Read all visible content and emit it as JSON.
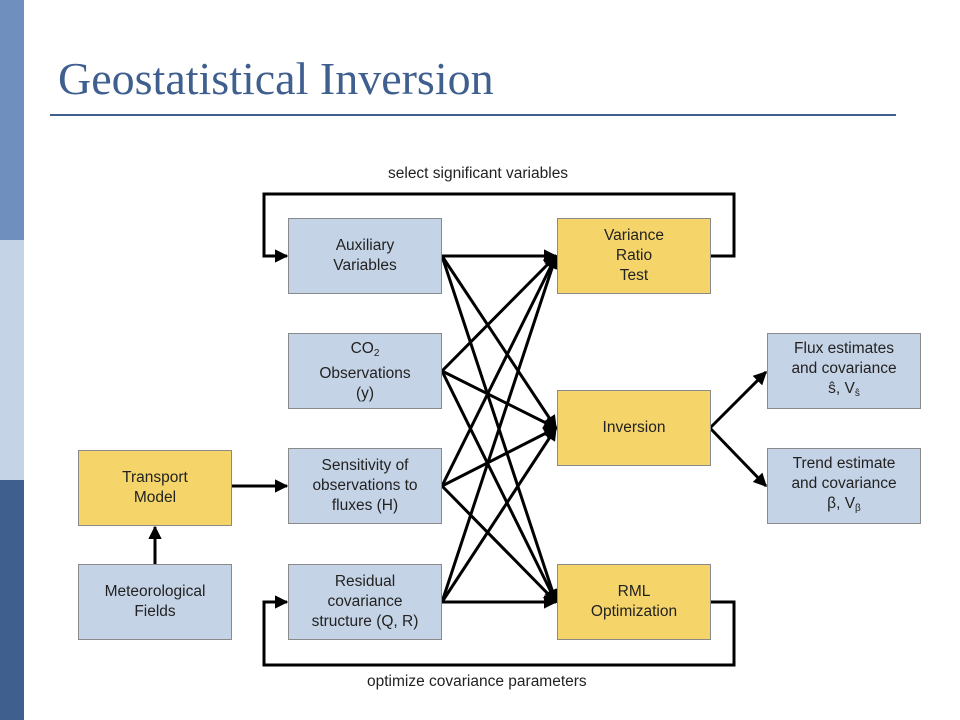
{
  "title": "Geostatistical Inversion",
  "labels": {
    "select": "select significant variables",
    "optimize": "optimize covariance parameters"
  },
  "boxes": {
    "aux": [
      "Auxiliary",
      "Variables"
    ],
    "co2": {
      "base": "CO",
      "sub": "2",
      "line2": "Observations",
      "line3": "(y)"
    },
    "sens": [
      "Sensitivity of",
      "observations to",
      "fluxes (H)"
    ],
    "resid": [
      "Residual",
      "covariance",
      "structure (Q, R)"
    ],
    "transport": [
      "Transport",
      "Model"
    ],
    "meteo": [
      "Meteorological",
      "Fields"
    ],
    "variance": [
      "Variance",
      "Ratio",
      "Test"
    ],
    "inversion": "Inversion",
    "rml": [
      "RML",
      "Optimization"
    ],
    "flux": {
      "line1": "Flux estimates",
      "line2": "and covariance",
      "line3": "ŝ, V",
      "sub": "ŝ"
    },
    "trend": {
      "line1": "Trend estimate",
      "line2": "and covariance",
      "line3": "β, V",
      "sub": "β"
    }
  },
  "colors": {
    "accent": "#3f5f8f",
    "blue_box": "#c5d3e6",
    "gold_box": "#f5d56a"
  }
}
